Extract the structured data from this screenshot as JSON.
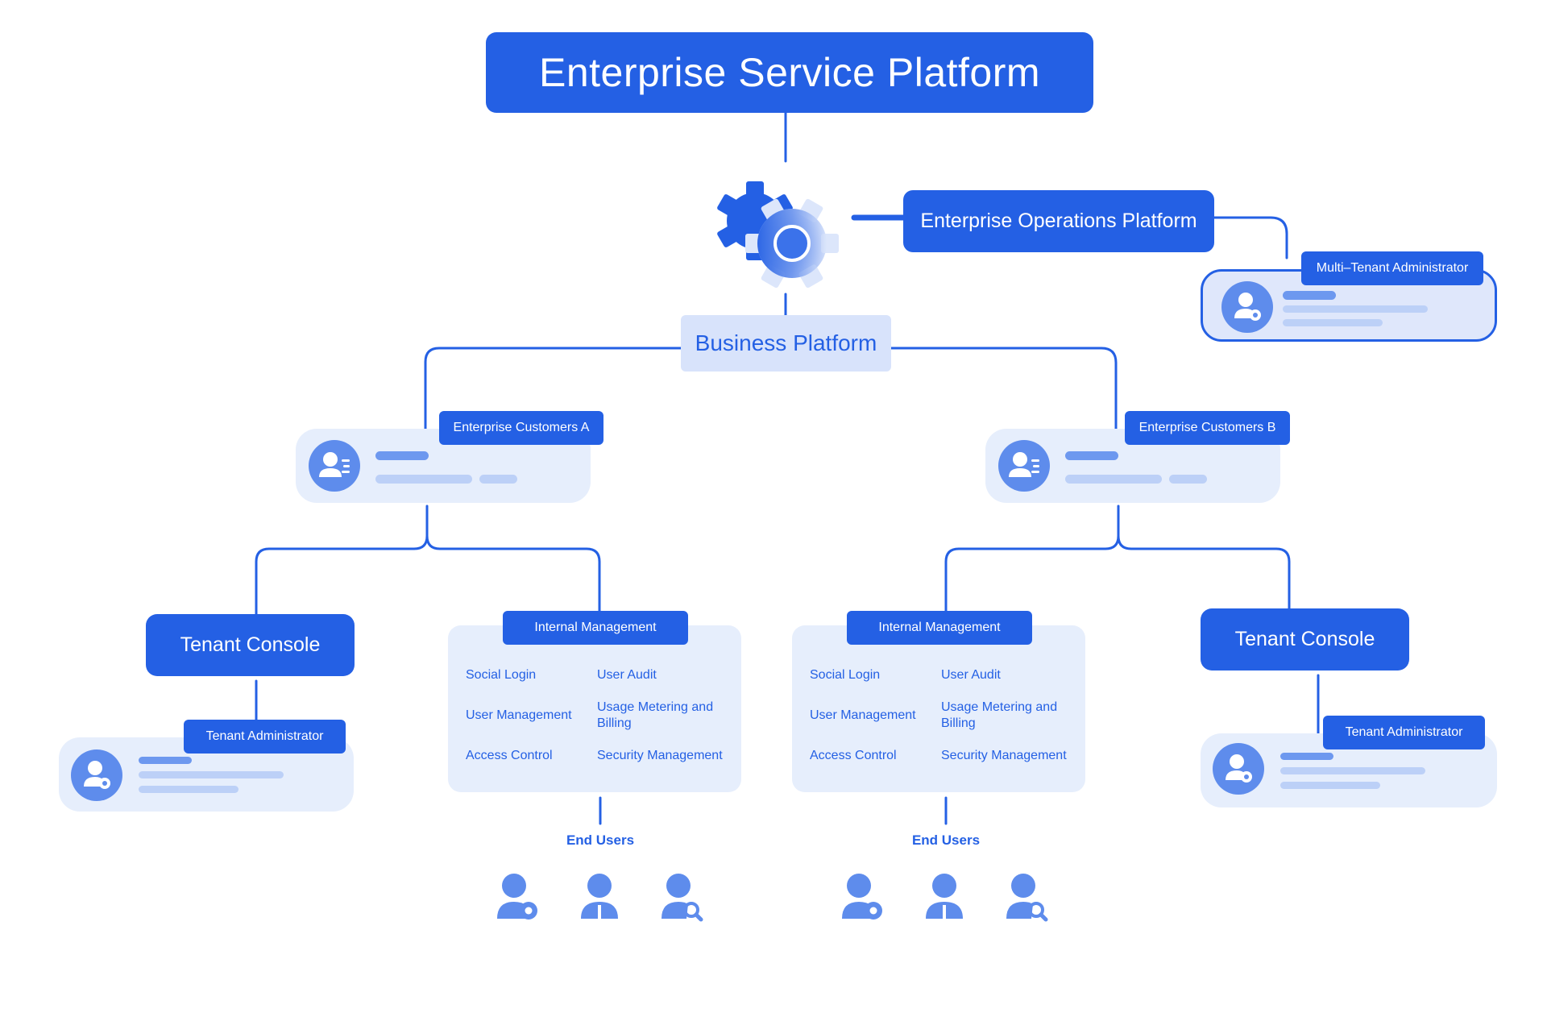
{
  "title": "Enterprise Service Platform",
  "ops_platform": {
    "label": "Enterprise Operations Platform"
  },
  "business_platform": {
    "label": "Business Platform"
  },
  "multi_tenant": {
    "tag": "Multi–Tenant Administrator",
    "icon": "user-gear-icon"
  },
  "customers": [
    {
      "tag": "Enterprise Customers A",
      "icon": "user-list-icon"
    },
    {
      "tag": "Enterprise Customers B",
      "icon": "user-list-icon"
    }
  ],
  "tenant_consoles": [
    {
      "label": "Tenant Console",
      "admin_tag": "Tenant Administrator",
      "icon": "user-gear-icon"
    },
    {
      "label": "Tenant Console",
      "admin_tag": "Tenant Administrator",
      "icon": "user-gear-icon"
    }
  ],
  "internal_management": [
    {
      "tag": "Internal Management",
      "items": [
        "Social Login",
        "User Audit",
        "User Management",
        "Usage Metering and Billing",
        "Access Control",
        "Security Management"
      ]
    },
    {
      "tag": "Internal Management",
      "items": [
        "Social Login",
        "User Audit",
        "User Management",
        "Usage Metering and Billing",
        "Access Control",
        "Security Management"
      ]
    }
  ],
  "end_users": [
    {
      "label": "End Users",
      "icons": [
        "user-gear-icon",
        "user-tie-icon",
        "user-search-icon"
      ]
    },
    {
      "label": "End Users",
      "icons": [
        "user-gear-icon",
        "user-tie-icon",
        "user-search-icon"
      ]
    }
  ],
  "colors": {
    "primary": "#2460e4",
    "card_bg": "#e6eefc",
    "avatar": "#5e8cec",
    "bar_dark": "#6d98ef",
    "bar_light": "#bcd0f7",
    "light_box": "#d8e3fb"
  }
}
